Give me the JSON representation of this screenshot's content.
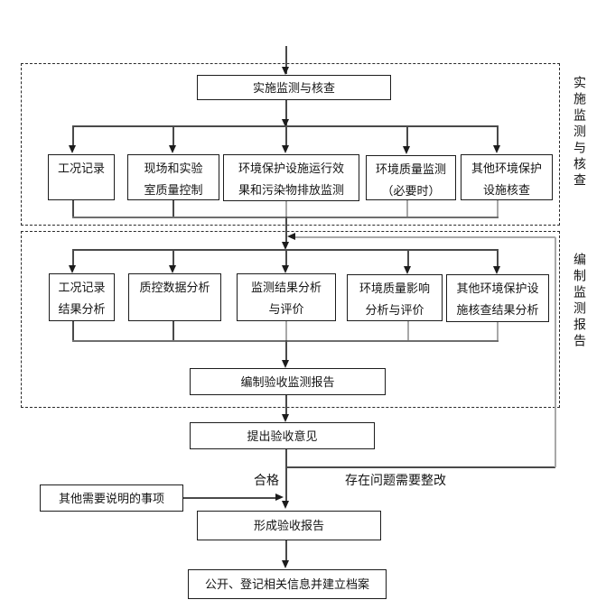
{
  "flow": {
    "start": "实施监测与核查",
    "phase1": {
      "side_label": "实施监测与核查",
      "steps": [
        "工况记录",
        "现场和实验\n室质量控制",
        "环境保护设施运行效\n果和污染物排放监测",
        "环境质量监测\n（必要时）",
        "其他环境保护\n设施核查"
      ]
    },
    "phase2": {
      "side_label": "编制监测报告",
      "steps": [
        "工况记录\n结果分析",
        "质控数据分析",
        "监测结果分析\n与评价",
        "环境质量影响\n分析与评价",
        "其他环境保护设\n施核查结果分析"
      ],
      "compile_report": "编制验收监测报告"
    },
    "propose_opinion": "提出验收意见",
    "labels": {
      "pass": "合格",
      "needs_rectification": "存在问题需要整改"
    },
    "other_notes": "其他需要说明的事项",
    "form_report": "形成验收报告",
    "archive": "公开、登记相关信息并建立档案"
  }
}
